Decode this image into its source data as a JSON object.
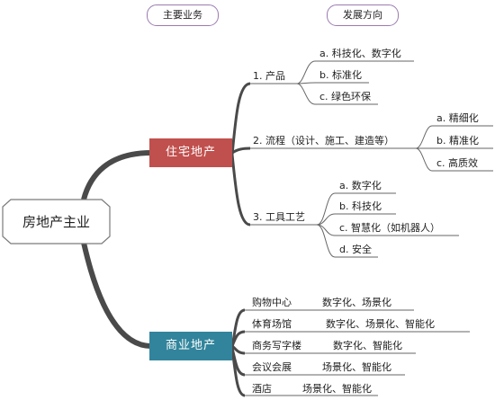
{
  "headers": {
    "business": "主要业务",
    "direction": "发展方向"
  },
  "root": {
    "label": "房地产主业"
  },
  "residential": {
    "label": "住宅地产",
    "color": "#c0504d",
    "groups": [
      {
        "label": "1. 产品",
        "items": [
          "a. 科技化、数字化",
          "b. 标准化",
          "c. 绿色环保"
        ]
      },
      {
        "label": "2. 流程（设计、施工、建造等）",
        "items": [
          "a. 精细化",
          "b. 精准化",
          "c. 高质效"
        ]
      },
      {
        "label": "3. 工具工艺",
        "items": [
          "a. 数字化",
          "b. 科技化",
          "c. 智慧化（如机器人）",
          "d. 安全"
        ]
      }
    ]
  },
  "commercial": {
    "label": "商业地产",
    "color": "#31849b",
    "items": [
      {
        "name": "购物中心",
        "direction": "数字化、场景化"
      },
      {
        "name": "体育场馆",
        "direction": "数字化、场景化、智能化"
      },
      {
        "name": "商务写字楼",
        "direction": "数字化、智能化"
      },
      {
        "name": "会议会展",
        "direction": "场景化、智能化"
      },
      {
        "name": "酒店",
        "direction": "场景化、智能化"
      }
    ]
  }
}
